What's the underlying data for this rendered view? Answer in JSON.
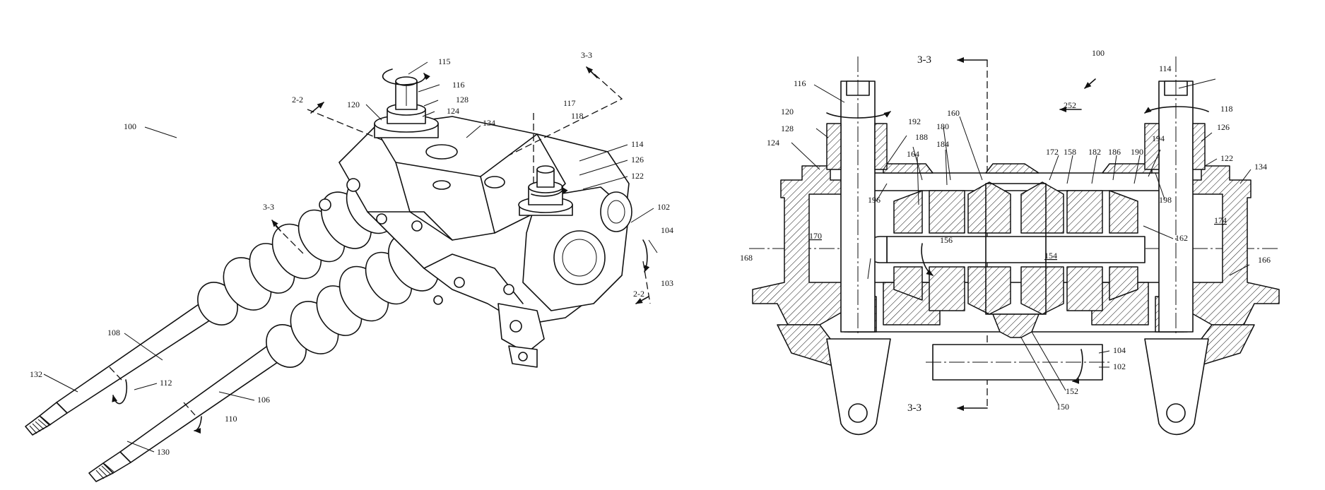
{
  "figure_left": {
    "labels": {
      "l100": "100",
      "l115": "115",
      "l116": "116",
      "l120": "120",
      "l128": "128",
      "l124": "124",
      "l134": "134",
      "l117": "117",
      "l118": "118",
      "l114": "114",
      "l126": "126",
      "l122": "122",
      "l102": "102",
      "l104": "104",
      "l103": "103",
      "l108": "108",
      "l132": "132",
      "l112": "112",
      "l106": "106",
      "l110": "110",
      "l130": "130"
    },
    "section_marks": {
      "s22a": "2-2",
      "s22b": "2-2",
      "s33a": "3-3",
      "s33b": "3-3"
    }
  },
  "figure_right": {
    "labels": {
      "l100": "100",
      "l114": "114",
      "l116": "116",
      "l118": "118",
      "l120": "120",
      "l128": "128",
      "l126": "126",
      "l124": "124",
      "l122": "122",
      "l134": "134",
      "l252": "252",
      "l192": "192",
      "l188": "188",
      "l160": "160",
      "l180": "180",
      "l184": "184",
      "l164": "164",
      "l196": "196",
      "l172": "172",
      "l158": "158",
      "l182": "182",
      "l186": "186",
      "l190": "190",
      "l194": "194",
      "l198": "198",
      "l170": "170",
      "l174": "174",
      "l156": "156",
      "l154": "154",
      "l162": "162",
      "l168": "168",
      "l166": "166",
      "l104": "104",
      "l102": "102",
      "l152": "152",
      "l150": "150"
    },
    "section_marks": {
      "s33top": "3-3",
      "s33bot": "3-3"
    }
  }
}
